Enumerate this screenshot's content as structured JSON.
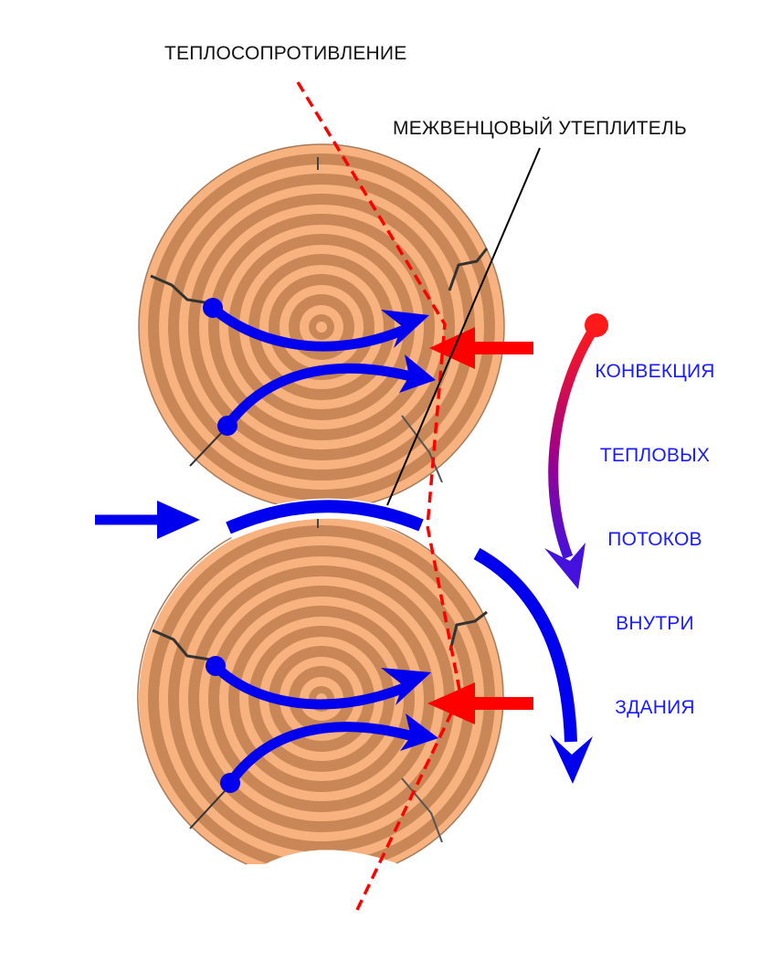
{
  "labels": {
    "thermal_resistance": "ТЕПЛОСОПРОТИВЛЕНИЕ",
    "insulation": "МЕЖВЕНЦОВЫЙ УТЕПЛИТЕЛЬ",
    "convection": [
      "КОНВЕКЦИЯ",
      "ТЕПЛОВЫХ",
      "ПОТОКОВ",
      "ВНУТРИ",
      "ЗДАНИЯ"
    ]
  },
  "colors": {
    "wood_light": "#f7b27f",
    "wood_dark": "#c98757",
    "bark_edge": "#a67a5a",
    "crack": "#333333",
    "cold_flow": "#0000ee",
    "heat_flow": "#ff0000",
    "gradient_start": "#ff1a1a",
    "gradient_end": "#4411dd",
    "label_blue": "#1a1aff",
    "label_black": "#111111"
  },
  "icons": {
    "cold_arrow": "blue-arrow-icon",
    "heat_arrow": "red-arrow-icon",
    "convection_arrow": "curved-gradient-arrow-icon"
  }
}
